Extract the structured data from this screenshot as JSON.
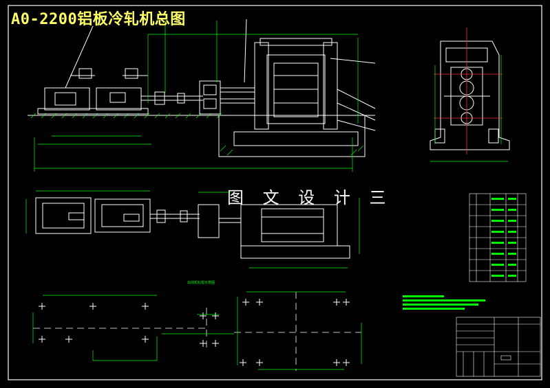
{
  "drawing": {
    "title": "A0-2200铝板冷轧机总图",
    "watermark": "图 文 设 计 三",
    "views": [
      "front-elevation",
      "side-section",
      "plan-view",
      "foundation-plan"
    ],
    "small_note": "出线机轧辊示意图",
    "colors": {
      "background": "#000000",
      "outline": "#ffffff",
      "dimension": "#00ff00",
      "title": "#ffff66",
      "centerline": "#ff3333",
      "hidden": "#ff00ff"
    }
  }
}
